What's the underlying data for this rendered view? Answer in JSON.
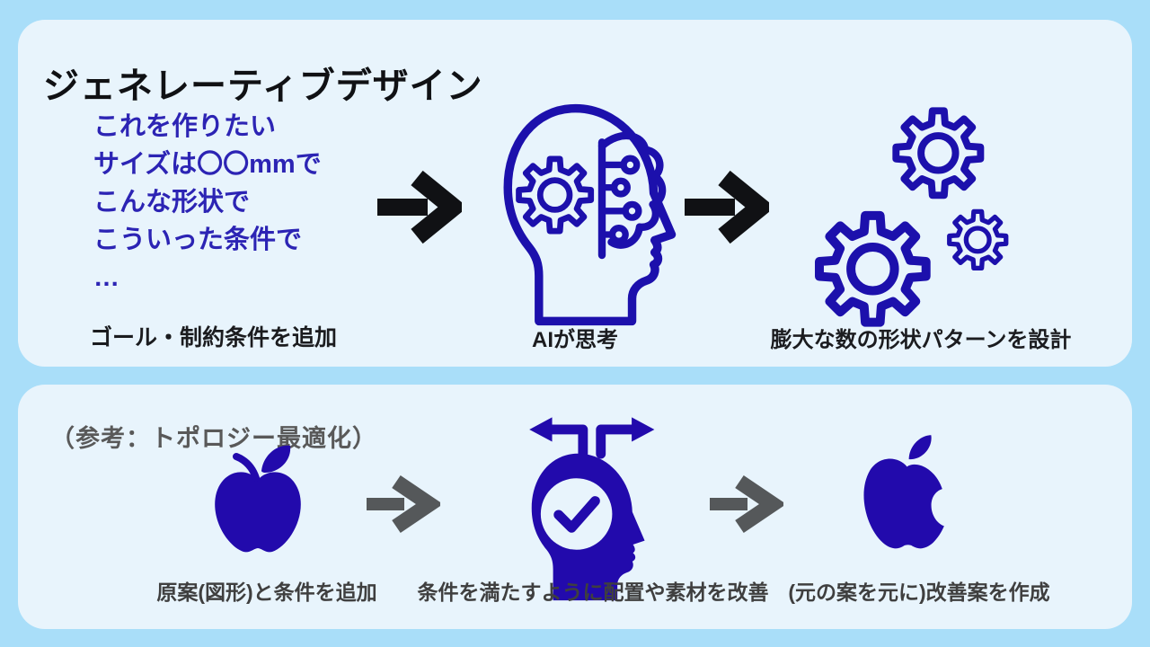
{
  "top_card": {
    "title": "ジェネレーティブデザイン",
    "request_lines": [
      "これを作りたい",
      "サイズは〇〇mmで",
      "こんな形状で",
      "こういった条件で",
      "…"
    ],
    "steps": [
      {
        "caption": "ゴール・制約条件を追加",
        "icon": "request-text"
      },
      {
        "caption": "AIが思考",
        "icon": "ai-brain-icon"
      },
      {
        "caption": "膨大な数の形状パターンを設計",
        "icon": "gears-icon"
      }
    ]
  },
  "bottom_card": {
    "title": "（参考：トポロジー最適化）",
    "steps": [
      {
        "caption": "原案(図形)と条件を追加",
        "icon": "apple-icon"
      },
      {
        "caption": "条件を満たすように配置や素材を改善",
        "icon": "head-check-icon"
      },
      {
        "caption": "(元の案を元に)改善案を作成",
        "icon": "apple-logo-icon"
      }
    ]
  },
  "colors": {
    "background": "#a9def9",
    "card": "#e8f4fc",
    "text_blue": "#2c24b4",
    "icon_blue_outline": "#1c10ac",
    "icon_blue_fill": "#220aac",
    "black": "#101114",
    "gray_title": "#595959",
    "gray_caption": "#3f3f3f",
    "gray_arrow": "#55585a"
  }
}
